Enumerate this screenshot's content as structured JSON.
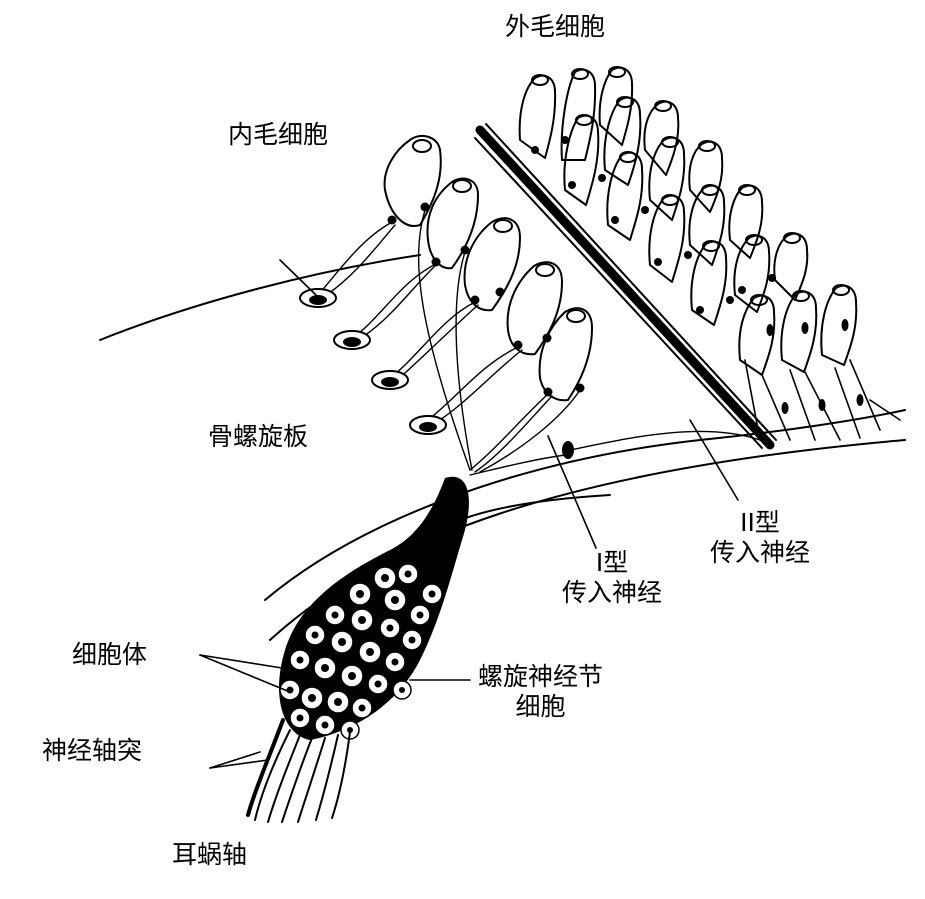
{
  "labels": {
    "outer_hair_cells": "外毛细胞",
    "inner_hair_cells": "内毛细胞",
    "osseous_spiral_lamina": "骨螺旋板",
    "type2_line1": "II型",
    "type2_line2": "传入神经",
    "type1_line1": "I型",
    "type1_line2": "传入神经",
    "spiral_ganglion_line1": "螺旋神经节",
    "spiral_ganglion_line2": "细胞",
    "cell_body": "细胞体",
    "nerve_axon": "神经轴突",
    "modiolus": "耳蜗轴"
  },
  "colors": {
    "ink": "#000000",
    "paper": "#ffffff"
  }
}
